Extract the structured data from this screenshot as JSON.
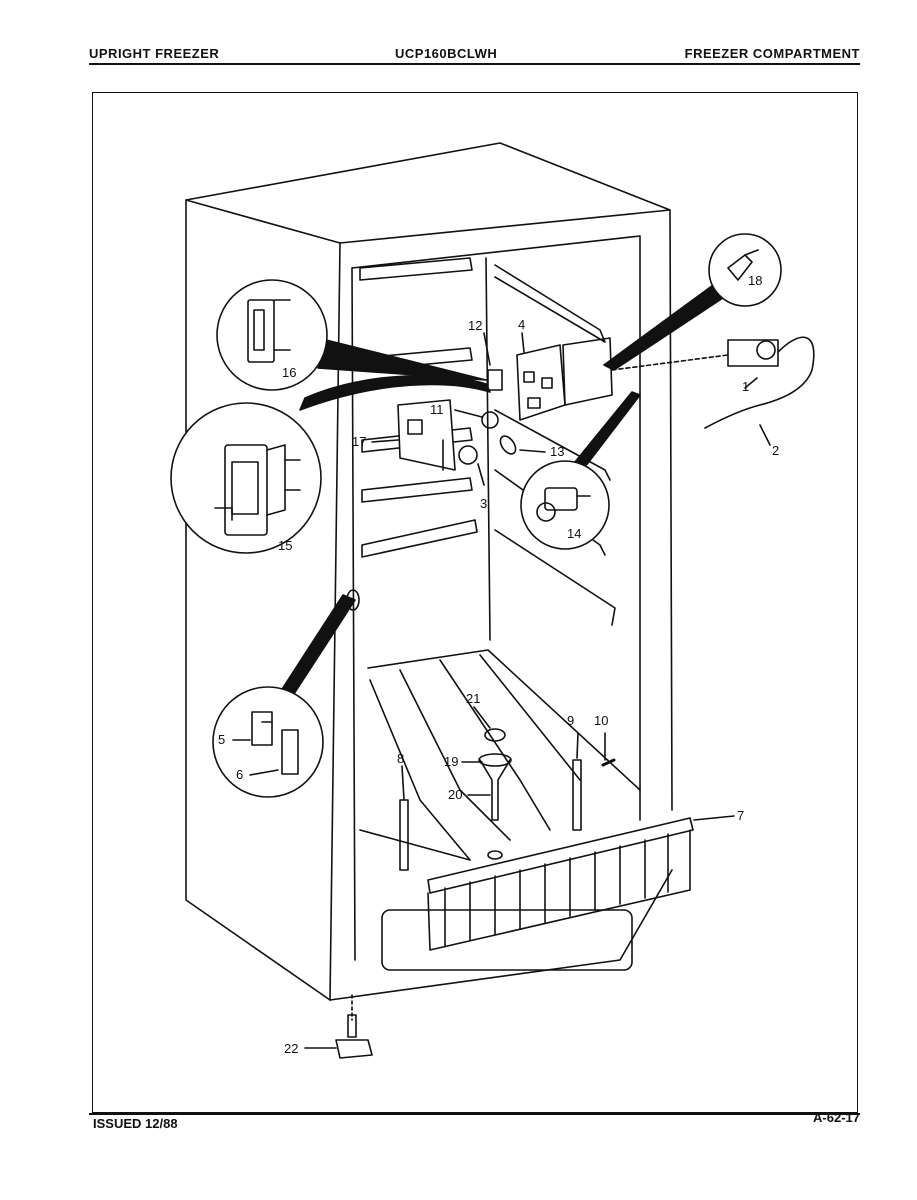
{
  "header": {
    "left": "UPRIGHT FREEZER",
    "center": "UCP160BCLWH",
    "right": "FREEZER COMPARTMENT"
  },
  "footer": {
    "issued": "ISSUED 12/88",
    "page_code": "A-62-17"
  },
  "callouts": {
    "c1": "1",
    "c2": "2",
    "c3": "3",
    "c4": "4",
    "c5": "5",
    "c6": "6",
    "c7": "7",
    "c8": "8",
    "c9": "9",
    "c10": "10",
    "c11": "11",
    "c12": "12",
    "c13": "13",
    "c14": "14",
    "c15": "15",
    "c16": "16",
    "c17": "17",
    "c18": "18",
    "c19": "19",
    "c20": "20",
    "c21": "21",
    "c22": "22"
  }
}
